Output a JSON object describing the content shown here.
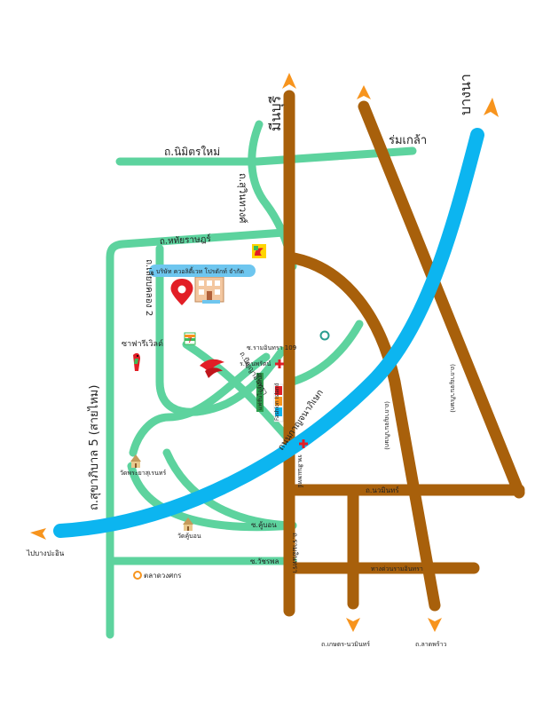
{
  "colors": {
    "green_road": "#5DD39E",
    "brown_road": "#A8600B",
    "expressway": "#0CB5F0",
    "arrow": "#F7941D",
    "pin": "#E21E26",
    "hospital_cross": "#E21E26",
    "company_badge": "#6EC6EF"
  },
  "labels": {
    "minburi": "มีนบุรี",
    "bangna": "บางนา",
    "nimitmai": "ถ.นิมิตรใหม่",
    "romklao": "ร่มเกล้า",
    "suwinthawong": "ถ.สุวินทวงศ์",
    "haruthai": "ถ.หทัยราษฎร์",
    "liapkhlong2": "ถ.เลียบคลอง 2",
    "company": "บริษัท ควอลิตี้เวท โปรดักท์ จำกัด",
    "safari": "ซาฟารีเวิลด์",
    "suanSiam": "สวนสยาม",
    "ramintra109": "ซ.รามอินทรา 109",
    "hospitalPhatharin": "ร.พ.นพรัตน์",
    "panya": "ถ.ปัญญาอินทรา",
    "fashion": "Fashion Island",
    "promenade": "แฟชั่นไอส์แลนด์",
    "kanchanaphisek": "ถนนกาญจนาภิเษก",
    "sukhaphiban5": "ถ.สุขาภิบาล 5 (สายไหม)",
    "watPhraya": "วัดพระยาสุเรนทร์",
    "watKhubon": "วัดคู้บอน",
    "soiKhubon": "ซ.คู้บอน",
    "hospitalSeri": "รพ.สินแพทย์",
    "nawamin": "ถ.นวมินทร์",
    "kanchana2": "(ถ.กาญจนาภิเษก)",
    "kanchanaRoad": "(ถ.กาญจนาภิเษก)",
    "ramintra": "ถ.รามอินทรา",
    "bangpain": "ไปบางปะอิน",
    "watcharaphol": "ซ.วัชรพล",
    "talaad": "ตลาดวงศกร",
    "expressway_ramintra": "ทางด่วนรามอินทรา",
    "kaset": "ถ.เกษตร-นวมินทร์",
    "ladprao": "ถ.ลาดพร้าว"
  },
  "icons": {
    "pin": "map-pin-icon",
    "seven_eleven": "seven-eleven-icon",
    "hospital": "hospital-cross-icon",
    "temple": "temple-icon",
    "market": "market-circle-icon",
    "park": "park-circle-icon",
    "parrot": "parrot-icon",
    "bird_logo": "bird-logo-icon",
    "building": "company-building-icon",
    "arrow": "direction-arrow-icon"
  }
}
